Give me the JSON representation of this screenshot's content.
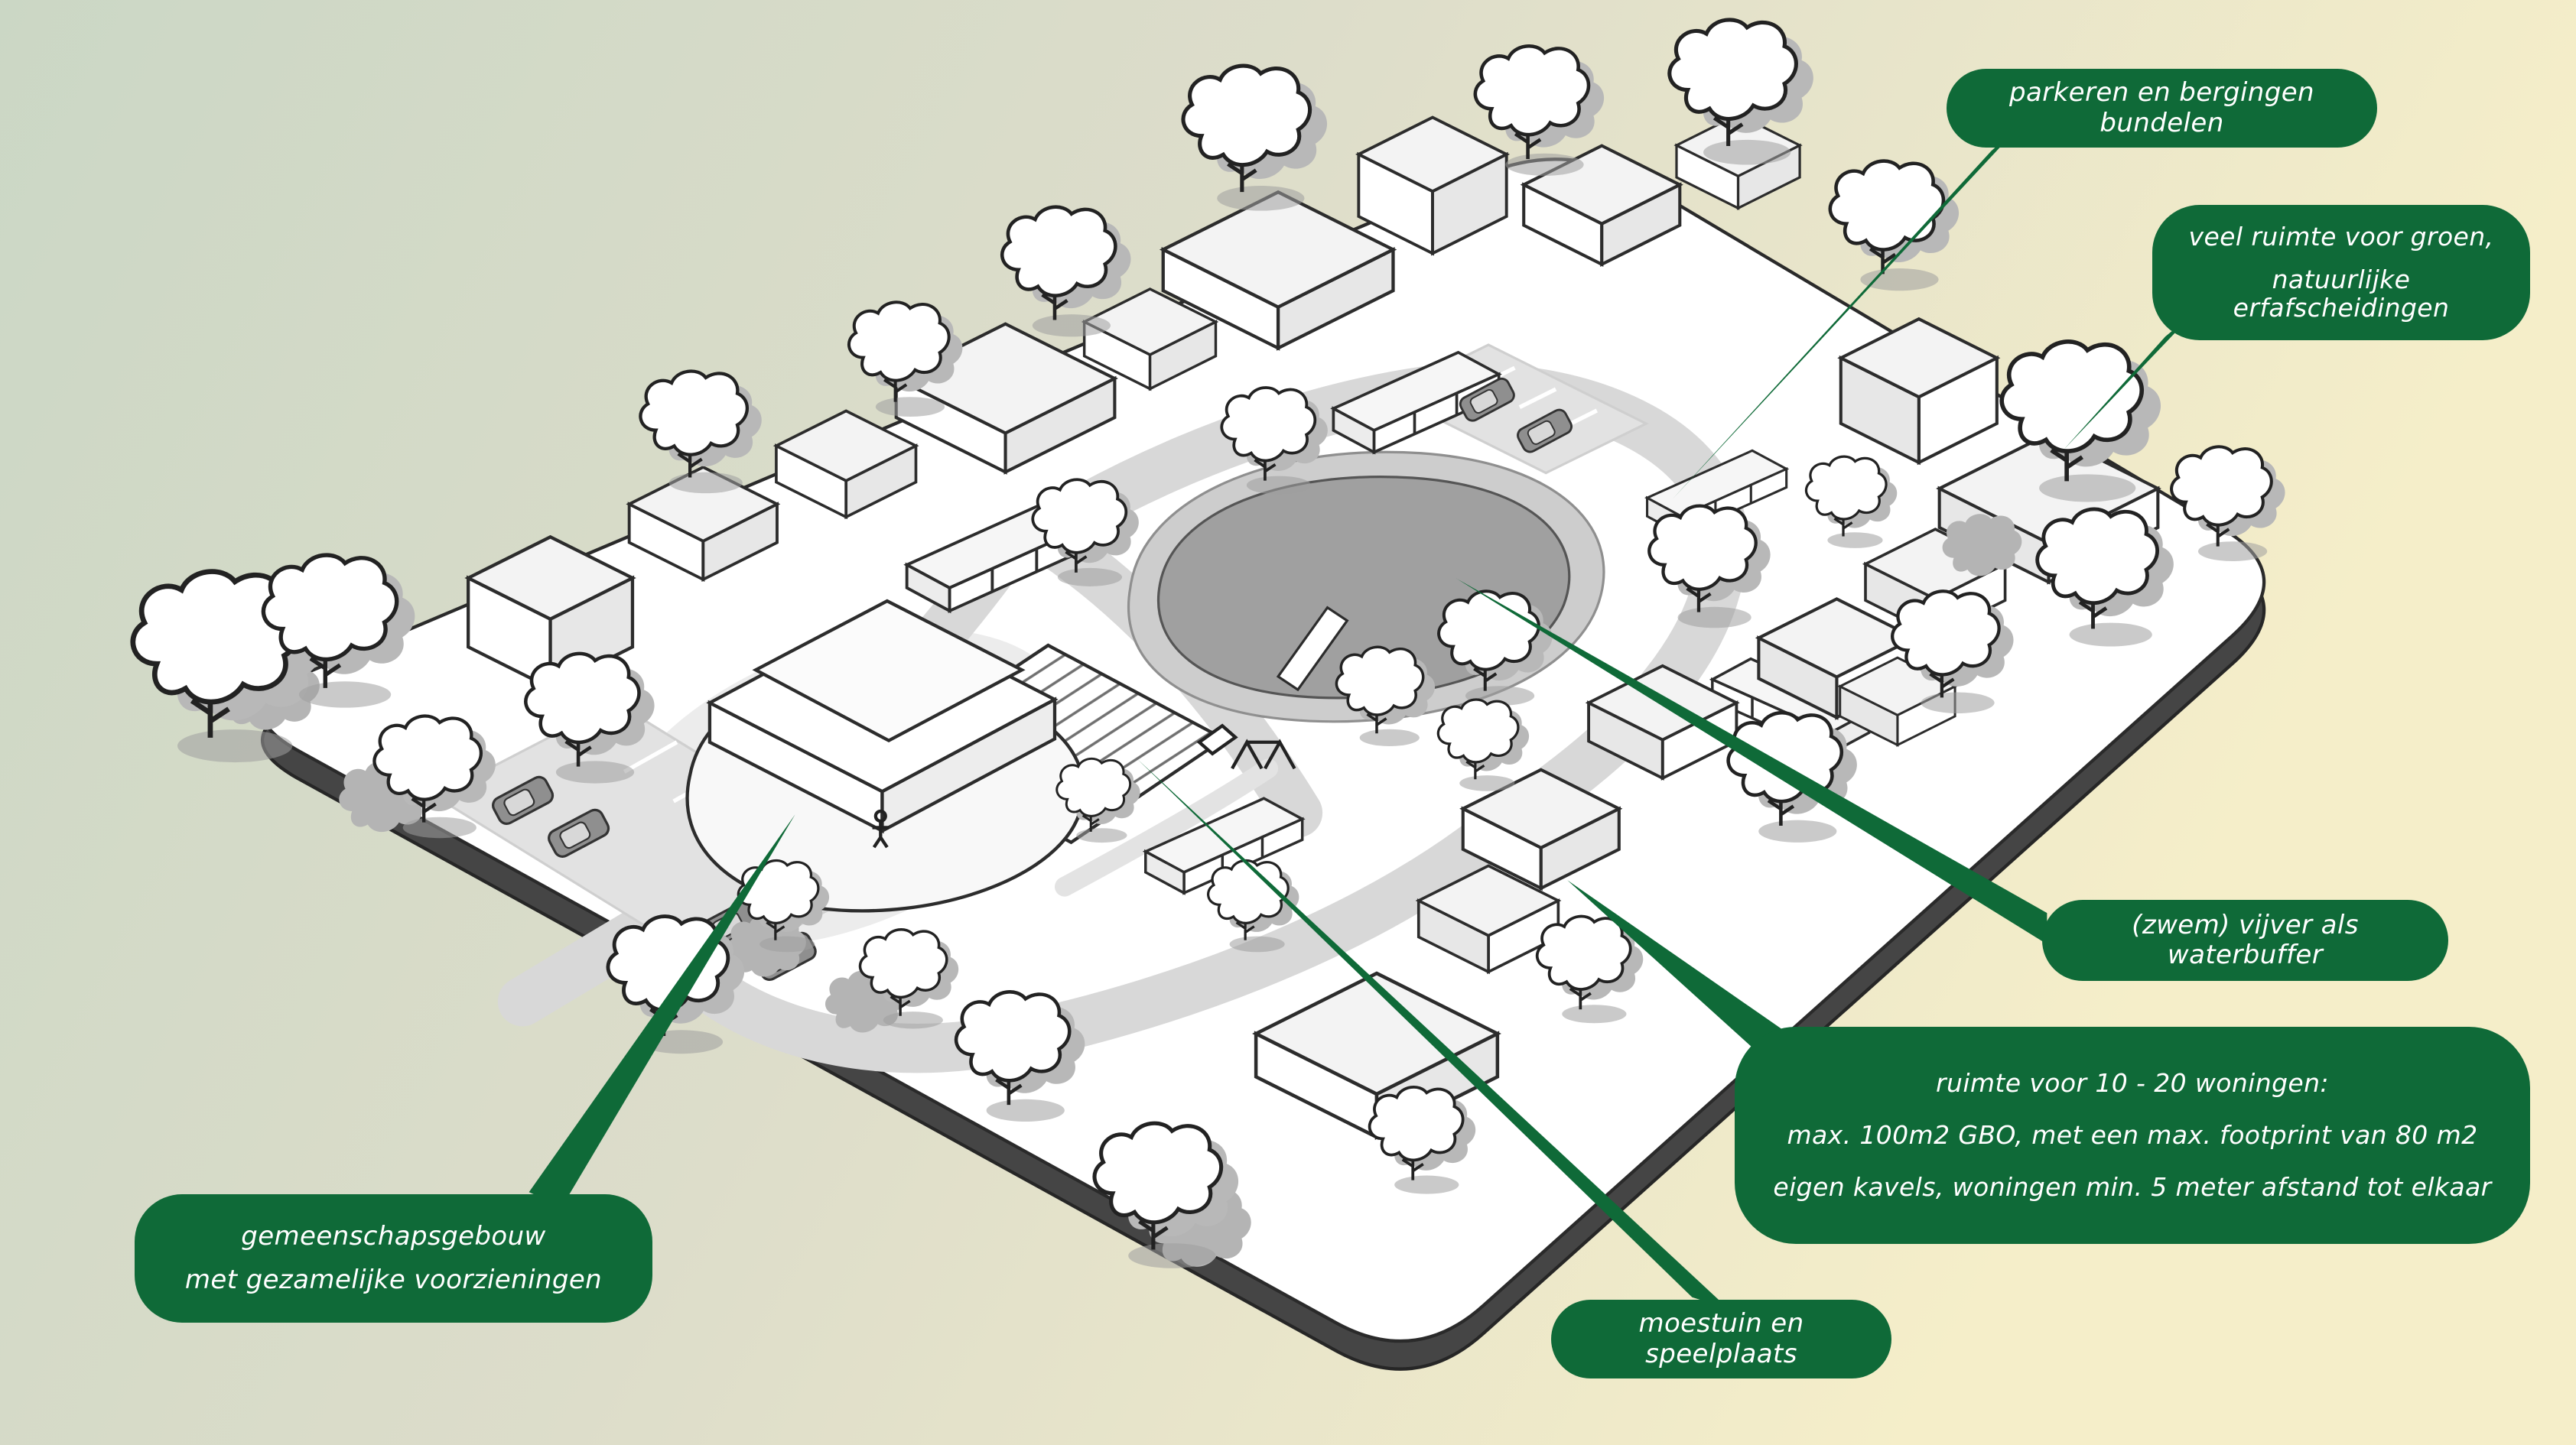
{
  "colors": {
    "accent": "#0f6a38",
    "callout_text": "#ffffff",
    "bg_start": "#cbd7c5",
    "bg_mid": "#ddddca",
    "bg_end": "#f5eec9"
  },
  "illustration": {
    "type": "isometric-site-plan",
    "features": [
      "site-plate",
      "ring-road",
      "pond",
      "vegetable-garden",
      "community-building",
      "houses",
      "storage-sheds",
      "parking-lots",
      "trees",
      "playground",
      "footbridge"
    ]
  },
  "annotations": {
    "parking": {
      "line1": "parkeren en bergingen bundelen"
    },
    "green_space": {
      "line1": "veel ruimte voor groen,",
      "line2": "natuurlijke erfafscheidingen"
    },
    "pond": {
      "line1": "(zwem) vijver als waterbuffer"
    },
    "housing": {
      "line1": "ruimte voor 10 - 20 woningen:",
      "line2": "max. 100m2 GBO, met een max. footprint van 80 m2",
      "line3": "eigen kavels, woningen min. 5 meter afstand tot elkaar"
    },
    "community": {
      "line1": "gemeenschapsgebouw",
      "line2": "met gezamelijke voorzieningen"
    },
    "garden": {
      "line1": "moestuin en speelplaats"
    }
  }
}
